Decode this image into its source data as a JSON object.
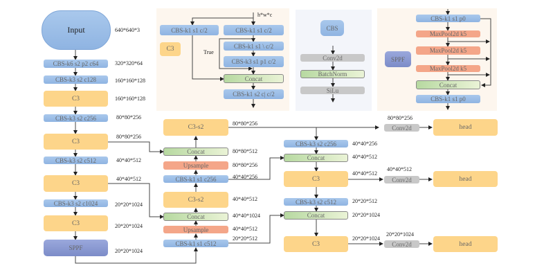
{
  "c3_panel": {
    "cbs_left": "CBS-k1 s1 c/2",
    "cbs_right": "CBS-k1 s1 c/2",
    "cbs_mid": "CBS-k1 s1 \\ c/2",
    "cbs_k3": "CBS-k3 s1 p1 c/2",
    "concat": "Concat",
    "cbs_out": "CBS-k1 s2 c| c/2",
    "title": "C3",
    "true_label": "True",
    "input_label": "h*w*c"
  },
  "cbs_panel": {
    "title": "CBS",
    "conv": "Conv2d",
    "bn": "BatchNorm",
    "act": "SiLu"
  },
  "sppf_panel": {
    "title": "SPPF",
    "cbs_in": "CBS-k1 s1 p0",
    "pool1": "MaxPool2d k5",
    "pool2": "MaxPool2d k5",
    "pool3": "MaxPool2d k5",
    "concat": "Concat",
    "cbs_out": "CBS-k1 s1 p0"
  },
  "backbone": [
    {
      "text": "Input",
      "size": "640*640*3"
    },
    {
      "text": "CBS-k6 s2 p2 c64",
      "size": "320*320*64"
    },
    {
      "text": "CBS-k3 s2 c128",
      "size": "160*160*128"
    },
    {
      "text": "C3",
      "size": "160*160*128"
    },
    {
      "text": "CBS-k3 s2 c256",
      "size": "80*80*256"
    },
    {
      "text": "C3",
      "size": "80*80*256"
    },
    {
      "text": "CBS-k3 s2 c512",
      "size": "40*40*512"
    },
    {
      "text": "C3",
      "size": "40*40*512"
    },
    {
      "text": "CBS-k3 s2 c1024",
      "size": "20*20*1024"
    },
    {
      "text": "C3",
      "size": "20*20*1024"
    },
    {
      "text": "SPPF",
      "size": "20*20*1024"
    }
  ],
  "neck_up": [
    {
      "text": "C3-s2",
      "size": "80*80*256"
    },
    {
      "text": "Concat",
      "size": "80*80*512"
    },
    {
      "text": "Upsample",
      "size": "80*80*256"
    },
    {
      "text": "CBS-k1 s1 c256",
      "size": "40*40*256"
    },
    {
      "text": "C3-s2",
      "size": "40*40*512"
    },
    {
      "text": "Concat",
      "size": "40*40*1024"
    },
    {
      "text": "Upsample",
      "size": "40*40*512"
    },
    {
      "text": "CBS-k1 s1 c512",
      "size": "20*20*512"
    }
  ],
  "neck_down": [
    {
      "text": "CBS-k3 s2 c256",
      "size": "40*40*256"
    },
    {
      "text": "Concat",
      "size": "40*40*512"
    },
    {
      "text": "C3",
      "size": "40*40*512"
    },
    {
      "text": "CBS-k3 s2 c512",
      "size": "20*20*512"
    },
    {
      "text": "Concat",
      "size": "20*20*1024"
    },
    {
      "text": "C3",
      "size": "20*20*1024"
    }
  ],
  "heads": [
    {
      "conv": "Conv2d",
      "size": "80*80*256",
      "head": "head"
    },
    {
      "conv": "Conv2d",
      "size": "40*40*512",
      "head": "head"
    },
    {
      "conv": "Conv2d",
      "size": "20*20*1024",
      "head": "head"
    }
  ],
  "colors": {
    "cbs": "#9dbfe8",
    "c3": "#fdd58a",
    "concat": "#cfe6b8",
    "upsample": "#f4a689",
    "conv": "#c8c8c8",
    "sppf": "#8a9ad2",
    "panel_warm": "#fdf6ee",
    "panel_cool": "#f3f5fa"
  }
}
